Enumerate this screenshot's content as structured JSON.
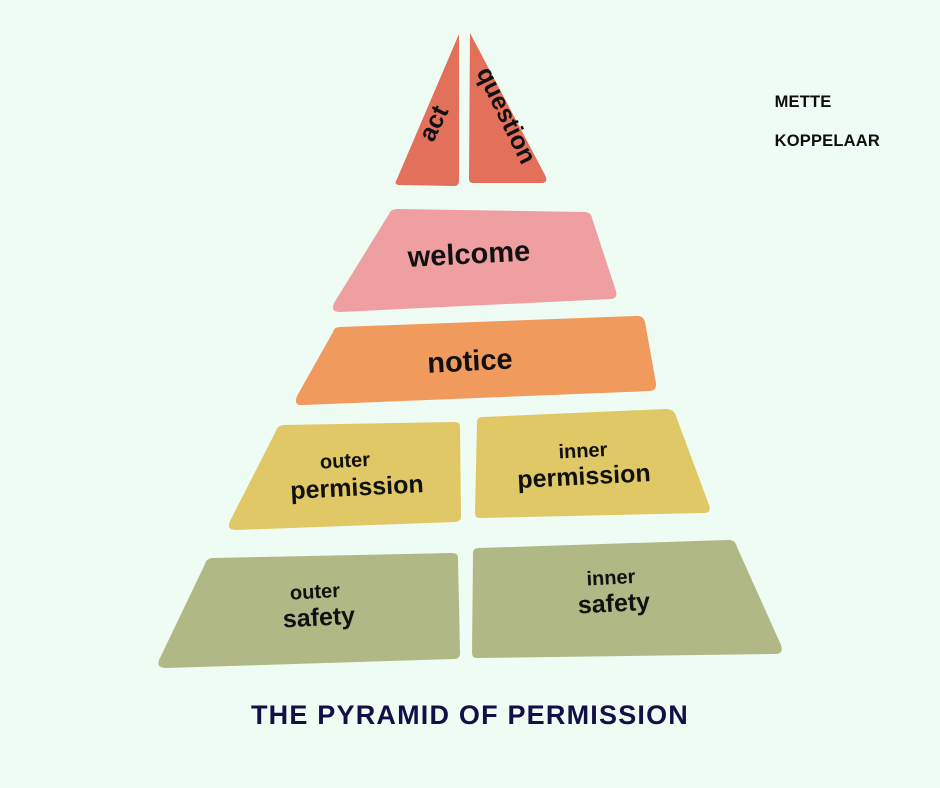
{
  "background_color": "#effcf3",
  "credit": {
    "line1": "METTE",
    "line2": "KOPPELAAR"
  },
  "caption": "THE PYRAMID OF PERMISSION",
  "caption_color": "#131047",
  "diagram": {
    "title": "The Pyramid of Permission",
    "type": "pyramid",
    "tier_count": 5,
    "tiers": [
      {
        "level": 1,
        "position": "apex",
        "color": "#e2705b",
        "split": true,
        "blocks": [
          {
            "side": "left",
            "label": "act",
            "rotation": -64
          },
          {
            "side": "right",
            "label": "question",
            "rotation": 64
          }
        ]
      },
      {
        "level": 2,
        "color": "#ef9fa1",
        "split": false,
        "blocks": [
          {
            "side": "full",
            "label": "welcome",
            "rotation": -3
          }
        ]
      },
      {
        "level": 3,
        "color": "#f09a5e",
        "split": false,
        "blocks": [
          {
            "side": "full",
            "label": "notice",
            "rotation": -3
          }
        ]
      },
      {
        "level": 4,
        "color": "#dfc865",
        "split": true,
        "blocks": [
          {
            "side": "left",
            "label_small": "outer",
            "label_large": "permission",
            "rotation": -3
          },
          {
            "side": "right",
            "label_small": "inner",
            "label_large": "permission",
            "rotation": -3
          }
        ]
      },
      {
        "level": 5,
        "position": "base",
        "color": "#b0b986",
        "split": true,
        "blocks": [
          {
            "side": "left",
            "label_small": "outer",
            "label_large": "safety",
            "rotation": -3
          },
          {
            "side": "right",
            "label_small": "inner",
            "label_large": "safety",
            "rotation": -3
          }
        ]
      }
    ]
  }
}
